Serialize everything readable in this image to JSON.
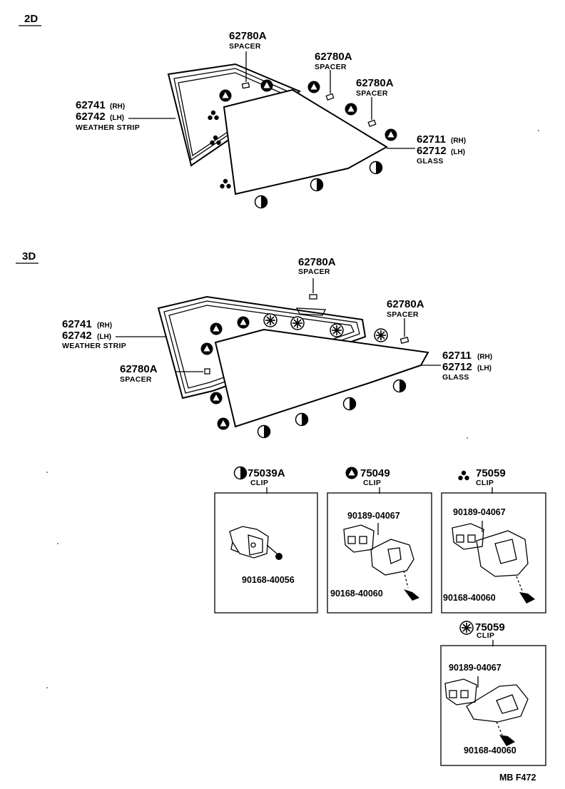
{
  "sections": {
    "sec_2d": "2D",
    "sec_3d": "3D"
  },
  "parts": {
    "spacer_pn": "62780A",
    "spacer_desc": "SPACER",
    "ws_rh_pn": "62741",
    "ws_lh_pn": "62742",
    "rh": "(RH)",
    "lh": "(LH)",
    "ws_desc": "WEATHER STRIP",
    "glass_rh_pn": "62711",
    "glass_lh_pn": "62712",
    "glass_desc": "GLASS"
  },
  "clips": {
    "c1_pn": "75039A",
    "c2_pn": "75049",
    "c3_pn": "75059",
    "c4_pn": "75059",
    "clip_desc": "CLIP",
    "screw_a": "90168-40056",
    "screw_b": "90168-40060",
    "nut": "90189-04067"
  },
  "footer": {
    "code": "MB  F472"
  },
  "icons": [
    "half-circle-icon",
    "triangle-icon",
    "three-dot-icon",
    "star-circle-icon"
  ]
}
